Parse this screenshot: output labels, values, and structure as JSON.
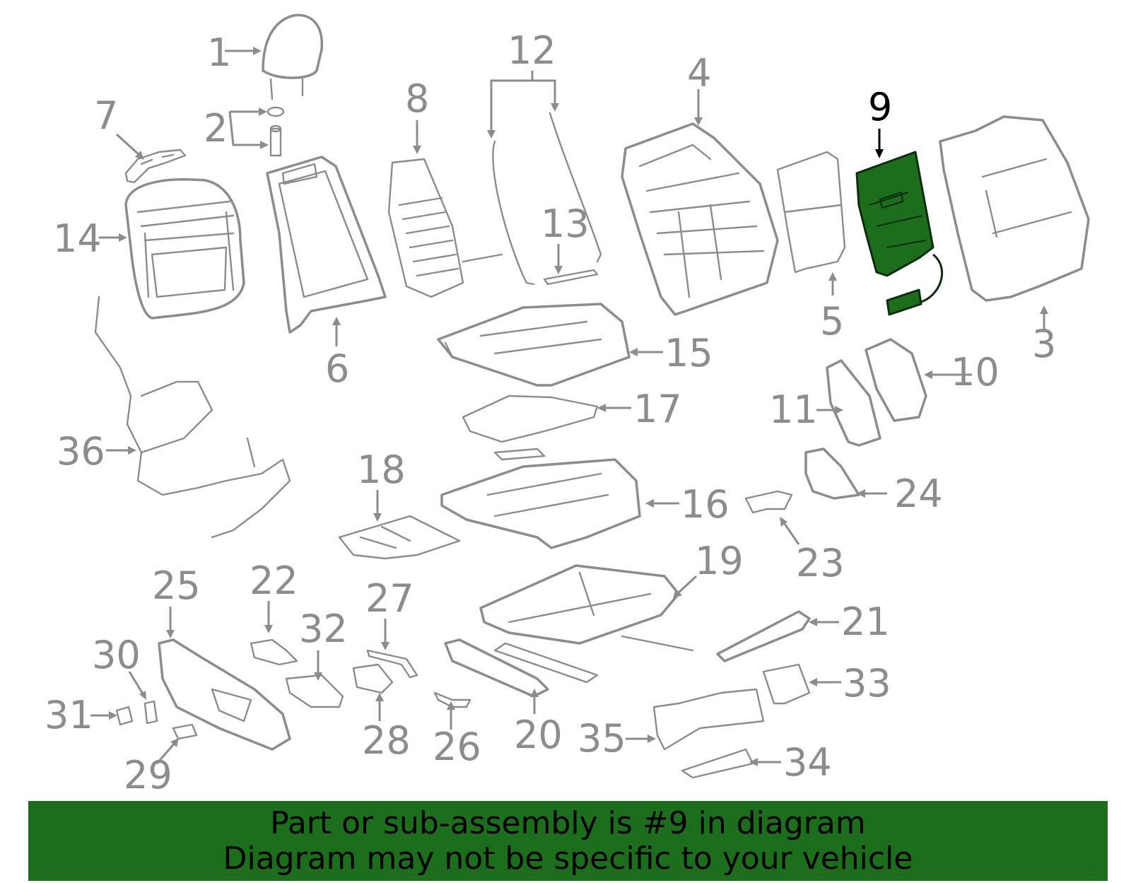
{
  "diagram": {
    "callouts": [
      {
        "id": "1",
        "label": "1"
      },
      {
        "id": "2",
        "label": "2"
      },
      {
        "id": "3",
        "label": "3"
      },
      {
        "id": "4",
        "label": "4"
      },
      {
        "id": "5",
        "label": "5"
      },
      {
        "id": "6",
        "label": "6"
      },
      {
        "id": "7",
        "label": "7"
      },
      {
        "id": "8",
        "label": "8"
      },
      {
        "id": "9",
        "label": "9"
      },
      {
        "id": "10",
        "label": "10"
      },
      {
        "id": "11",
        "label": "11"
      },
      {
        "id": "12",
        "label": "12"
      },
      {
        "id": "13",
        "label": "13"
      },
      {
        "id": "14",
        "label": "14"
      },
      {
        "id": "15",
        "label": "15"
      },
      {
        "id": "16",
        "label": "16"
      },
      {
        "id": "17",
        "label": "17"
      },
      {
        "id": "18",
        "label": "18"
      },
      {
        "id": "19",
        "label": "19"
      },
      {
        "id": "20",
        "label": "20"
      },
      {
        "id": "21",
        "label": "21"
      },
      {
        "id": "22",
        "label": "22"
      },
      {
        "id": "23",
        "label": "23"
      },
      {
        "id": "24",
        "label": "24"
      },
      {
        "id": "25",
        "label": "25"
      },
      {
        "id": "26",
        "label": "26"
      },
      {
        "id": "27",
        "label": "27"
      },
      {
        "id": "28",
        "label": "28"
      },
      {
        "id": "29",
        "label": "29"
      },
      {
        "id": "30",
        "label": "30"
      },
      {
        "id": "31",
        "label": "31"
      },
      {
        "id": "32",
        "label": "32"
      },
      {
        "id": "33",
        "label": "33"
      },
      {
        "id": "34",
        "label": "34"
      },
      {
        "id": "35",
        "label": "35"
      },
      {
        "id": "36",
        "label": "36"
      }
    ],
    "highlighted_part": "9",
    "colors": {
      "line": "#8c8c8c",
      "highlight_fill": "#1c6e1c",
      "highlight_label": "#000000",
      "background": "#ffffff"
    }
  },
  "banner": {
    "line1": "Part or sub-assembly is #9 in diagram",
    "line2": "Diagram may not be specific to your vehicle",
    "background": "#1c6e1c"
  }
}
